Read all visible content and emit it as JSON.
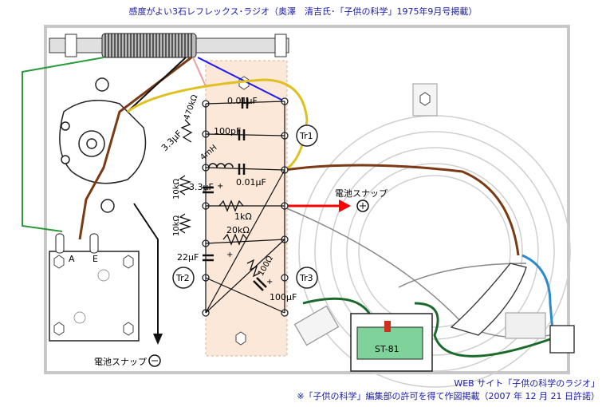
{
  "title": "感度がよい3石レフレックス･ラジオ（奥澤　清吉氏･「子供の科学」1975年9月号掲載）",
  "labels": {
    "cap_001uf_top": "0.01",
    "mu_f": "μF",
    "res_470k": "470kΩ",
    "diode_33uf": "3.3",
    "cap_100pf": "100pF",
    "tr1": "Tr1",
    "inductor_4mh": "4mH",
    "cap_001uf_mid": "0.01",
    "res_10k_top": "10kΩ",
    "cap_33uf": "3.3",
    "battery_snap_plus": "電池スナップ",
    "res_1k": "1kΩ",
    "res_10k_bottom": "10kΩ",
    "res_20k": "20kΩ",
    "cap_22uf": "22",
    "res_100": "100Ω",
    "tr2": "Tr2",
    "tr3": "Tr3",
    "cap_100uf": "100",
    "speaker_a": "A",
    "speaker_e": "E",
    "transformer": "ST-81",
    "battery_snap_minus": "電池スナップ",
    "plus_sign": "+",
    "minus_sign": "−"
  },
  "credits": {
    "line1": "WEB サイト「子供の科学のラジオ」",
    "line2": "※「子供の科学」編集部の許可を得て作図掲載（2007 年 12 月 21 日許諾）"
  },
  "colors": {
    "title_text": "#1a1aa8",
    "board": "#fbe8d8",
    "wire_green": "#2a9a3a",
    "wire_brown": "#7a3a14",
    "wire_blue": "#1a1aff",
    "wire_yellow": "#e0c020",
    "wire_red": "#ff0000",
    "wire_lightblue": "#2a8acc",
    "transformer_core": "#7fd39a"
  }
}
